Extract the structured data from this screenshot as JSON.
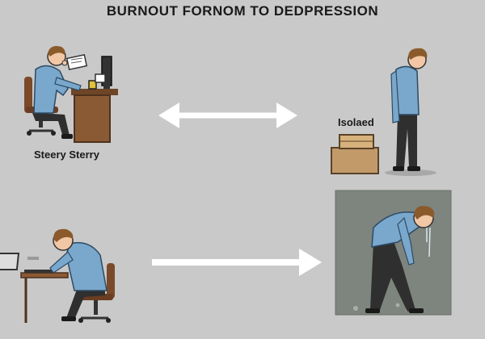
{
  "diagram": {
    "title": "BURNOUT FORNOM TO DEDPRESSION",
    "labels": {
      "stressed": "Steery Sterry",
      "isolated": "Isolaed"
    },
    "panels": [
      {
        "name": "stressed-at-desk",
        "icons": [
          "desk",
          "computer-monitor",
          "office-chair",
          "paper-notes",
          "mug"
        ]
      },
      {
        "name": "isolated-standing",
        "icons": [
          "cardboard-boxes"
        ]
      },
      {
        "name": "exhausted-at-laptop",
        "icons": [
          "laptop",
          "office-chair",
          "desk"
        ]
      },
      {
        "name": "depressed-doubled-over",
        "icons": [
          "dark-background",
          "tears"
        ]
      }
    ],
    "arrows": [
      "double-arrow-horizontal",
      "arrow-right"
    ],
    "colors": {
      "background": "#c9c9c9",
      "shirt": "#7aa7cc",
      "trousers": "#2f2f2f",
      "hair": "#8a5a2b",
      "skin": "#f2c7a5",
      "desk": "#8a5a35",
      "chair": "#7a4a2a",
      "dark_panel": "#7e847e",
      "arrow": "#ffffff"
    }
  }
}
